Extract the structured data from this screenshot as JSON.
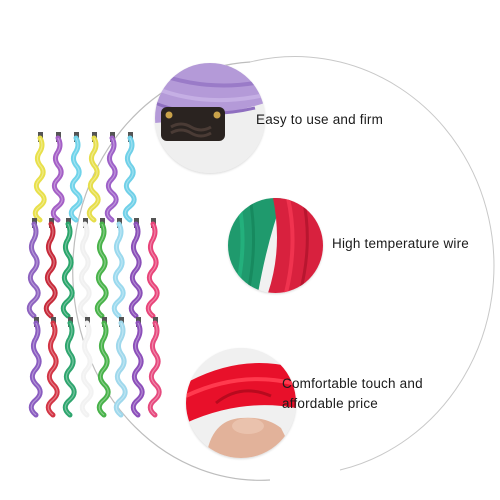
{
  "features": [
    {
      "label": "Easy to use and firm",
      "icon": "purple-hair-clip-closeup"
    },
    {
      "label": "High temperature wire",
      "icon": "green-red-fiber-closeup"
    },
    {
      "label": "Comfortable touch and affordable price",
      "lines": [
        "Comfortable touch and",
        "affordable price"
      ],
      "icon": "red-strand-in-hand-closeup"
    }
  ],
  "strand_colors": {
    "row1": [
      "#e8e04a",
      "#a45fc6",
      "#6fd3ea",
      "#e6de4a",
      "#9d60c8",
      "#6fd0e8"
    ],
    "row2": [
      "#8e63c0",
      "#c72a3a",
      "#2aa56b",
      "#f0f0f0",
      "#49b34a",
      "#9ad9ee",
      "#8a4fb8",
      "#e8457a"
    ],
    "row3": [
      "#8a5cc0",
      "#d33545",
      "#2ea56e",
      "#f2f2f2",
      "#48b24a",
      "#9fd8ec",
      "#8c4fba",
      "#e64a7e"
    ]
  }
}
